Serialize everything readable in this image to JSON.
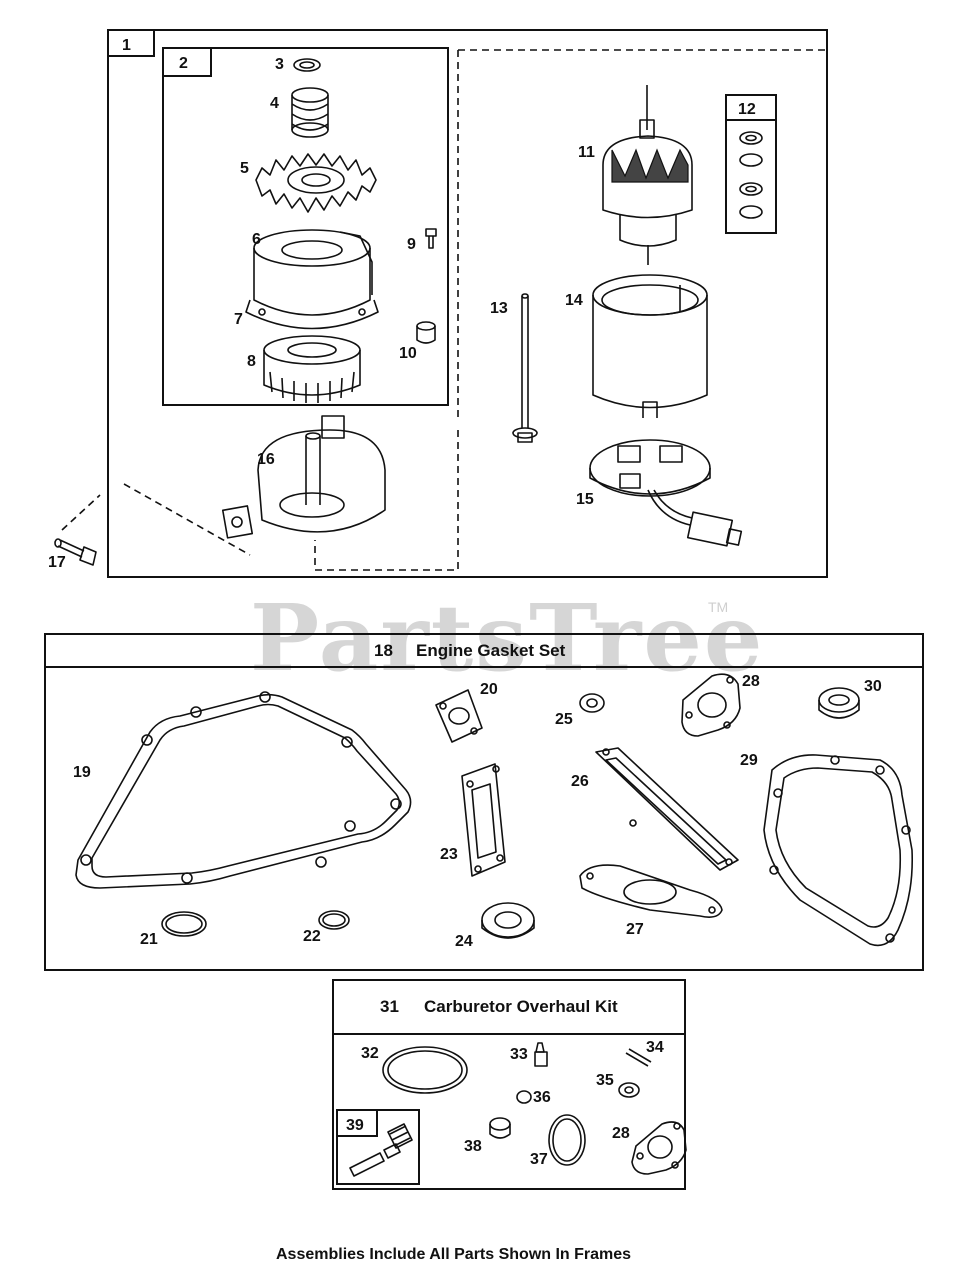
{
  "frames": {
    "starter_motor": "1",
    "drive_assembly": "2",
    "bearing_kit": "12",
    "engine_gasket_set": {
      "number": "18",
      "title": "Engine Gasket Set"
    },
    "carburetor_overhaul_kit": {
      "number": "31",
      "title": "Carburetor Overhaul Kit"
    },
    "needle_valve_kit": "39"
  },
  "part_labels": {
    "p3": "3",
    "p4": "4",
    "p5": "5",
    "p6": "6",
    "p7": "7",
    "p8": "8",
    "p9": "9",
    "p10": "10",
    "p11": "11",
    "p13": "13",
    "p14": "14",
    "p15": "15",
    "p16": "16",
    "p17": "17",
    "p19": "19",
    "p20": "20",
    "p21": "21",
    "p22": "22",
    "p23": "23",
    "p24": "24",
    "p25": "25",
    "p26": "26",
    "p27": "27",
    "p28": "28",
    "p29": "29",
    "p30": "30",
    "p32": "32",
    "p33": "33",
    "p34": "34",
    "p35": "35",
    "p36": "36",
    "p37": "37",
    "p38": "38",
    "p28b": "28"
  },
  "watermark": {
    "text": "PartsTree",
    "mark": "TM"
  },
  "footer": "Assemblies Include All Parts Shown In Frames"
}
